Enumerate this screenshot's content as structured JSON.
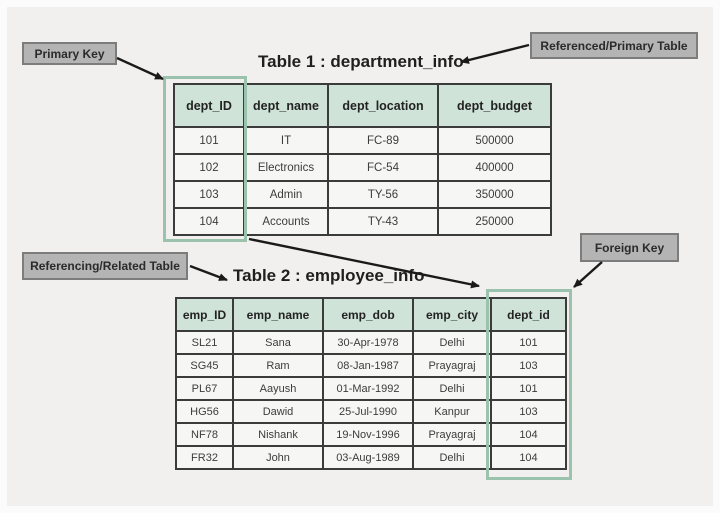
{
  "labels": {
    "primary_key": "Primary Key",
    "referenced_table": "Referenced/Primary Table",
    "referencing_table": "Referencing/Related Table",
    "foreign_key": "Foreign Key"
  },
  "table1": {
    "title": "Table 1 : department_info",
    "columns": [
      "dept_ID",
      "dept_name",
      "dept_location",
      "dept_budget"
    ],
    "rows": [
      [
        "101",
        "IT",
        "FC-89",
        "500000"
      ],
      [
        "102",
        "Electronics",
        "FC-54",
        "400000"
      ],
      [
        "103",
        "Admin",
        "TY-56",
        "350000"
      ],
      [
        "104",
        "Accounts",
        "TY-43",
        "250000"
      ]
    ]
  },
  "table2": {
    "title": "Table 2 : employee_info",
    "columns": [
      "emp_ID",
      "emp_name",
      "emp_dob",
      "emp_city",
      "dept_id"
    ],
    "rows": [
      [
        "SL21",
        "Sana",
        "30-Apr-1978",
        "Delhi",
        "101"
      ],
      [
        "SG45",
        "Ram",
        "08-Jan-1987",
        "Prayagraj",
        "103"
      ],
      [
        "PL67",
        "Aayush",
        "01-Mar-1992",
        "Delhi",
        "101"
      ],
      [
        "HG56",
        "Dawid",
        "25-Jul-1990",
        "Kanpur",
        "103"
      ],
      [
        "NF78",
        "Nishank",
        "19-Nov-1996",
        "Prayagraj",
        "104"
      ],
      [
        "FR32",
        "John",
        "03-Aug-1989",
        "Delhi",
        "104"
      ]
    ]
  },
  "colors": {
    "background": "#f1f0ee",
    "header_bg": "#cfe3d8",
    "row_bg": "#f6f6f4",
    "table_border": "#3b3b3b",
    "key_outline": "#9ac2ad",
    "label_bg": "#b4b4b4",
    "label_border": "#7c7c7c",
    "arrow": "#1a1a1a"
  }
}
